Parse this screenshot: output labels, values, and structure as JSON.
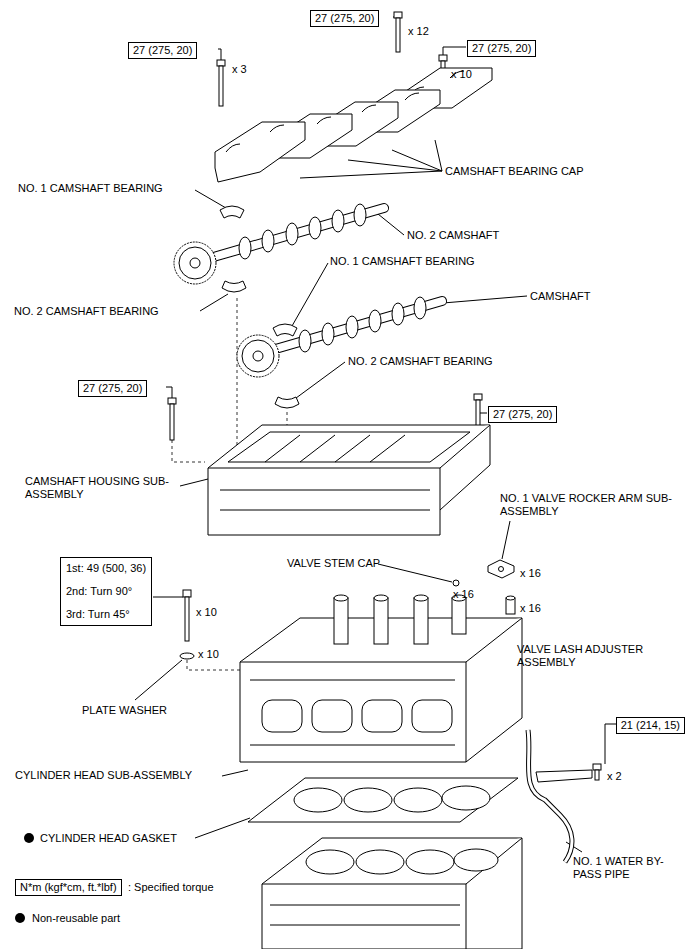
{
  "diagram": {
    "nodes": [
      {
        "text": [
          "27 (275, 20)"
        ]
      },
      {
        "text": [
          "27 (275, 20)"
        ]
      },
      {
        "text": [
          "27 (275, 20)"
        ]
      },
      {
        "text": [
          "27 (275, 20)"
        ]
      },
      {
        "text": [
          "27 (275, 20)"
        ]
      },
      {
        "text": [
          "1st: 49 (500, 36)",
          "2nd: Turn 90°",
          "3rd: Turn 45°"
        ]
      },
      {
        "text": [
          "21 (214, 15)"
        ]
      },
      {
        "text": [
          "N*m (kgf*cm, ft.*lbf)"
        ]
      }
    ],
    "labels": [
      "x 3",
      "x 12",
      "x 10",
      "CAMSHAFT BEARING CAP",
      "NO. 1 CAMSHAFT BEARING",
      "NO. 2 CAMSHAFT",
      "NO. 1 CAMSHAFT BEARING",
      "CAMSHAFT",
      "NO. 2 CAMSHAFT BEARING",
      "NO. 2 CAMSHAFT BEARING",
      "CAMSHAFT HOUSING SUB-ASSEMBLY",
      "NO. 1 VALVE ROCKER ARM SUB-ASSEMBLY",
      "VALVE STEM CAP",
      "x 16",
      "x 16",
      "x 16",
      "x 10",
      "x 10",
      "VALVE LASH ADJUSTER ASSEMBLY",
      "PLATE WASHER",
      "CYLINDER HEAD SUB-ASSEMBLY",
      "x 2",
      "CYLINDER HEAD GASKET",
      "NO. 1 WATER BY-PASS PIPE"
    ],
    "legend": [
      {
        "text": ": Specified torque"
      },
      {
        "text": "Non-reusable part"
      }
    ]
  }
}
